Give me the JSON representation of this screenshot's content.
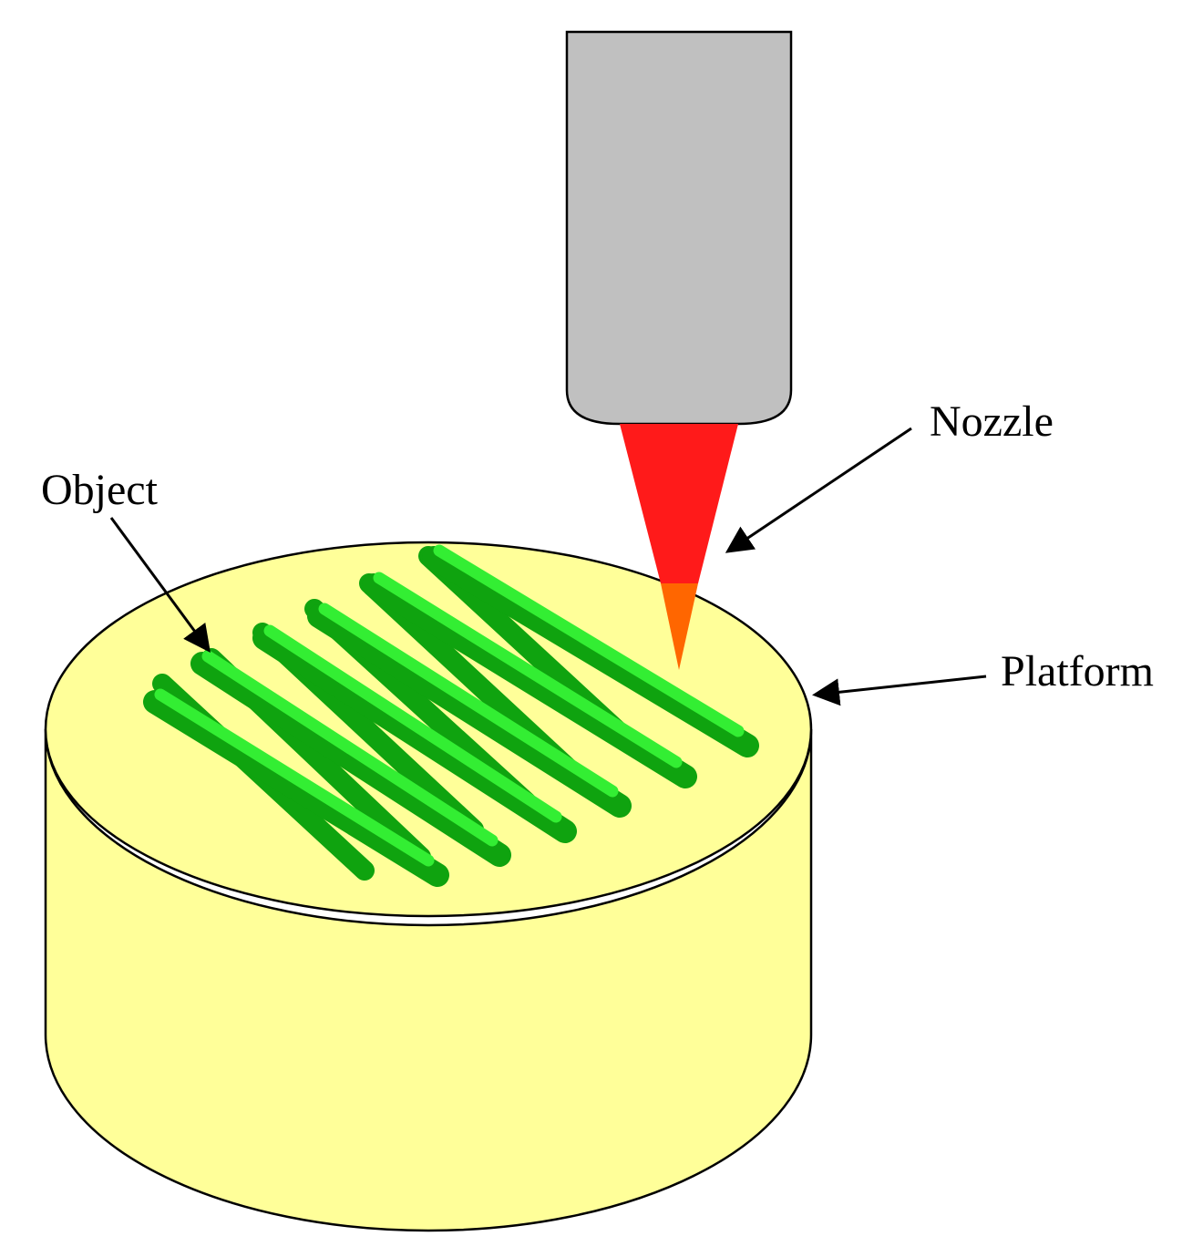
{
  "labels": {
    "nozzle": "Nozzle",
    "object": "Object",
    "platform": "Platform"
  },
  "colors": {
    "background": "#ffffff",
    "platform_fill": "#ffff99",
    "barrel_fill": "#c0c0c0",
    "nozzle_tip": "#ff1a1a",
    "nozzle_end": "#ff6600",
    "strand_light": "#22dd22",
    "strand_dark": "#0fa30f",
    "outline": "#000000"
  },
  "icons": {
    "pointer": "arrow-icon"
  }
}
